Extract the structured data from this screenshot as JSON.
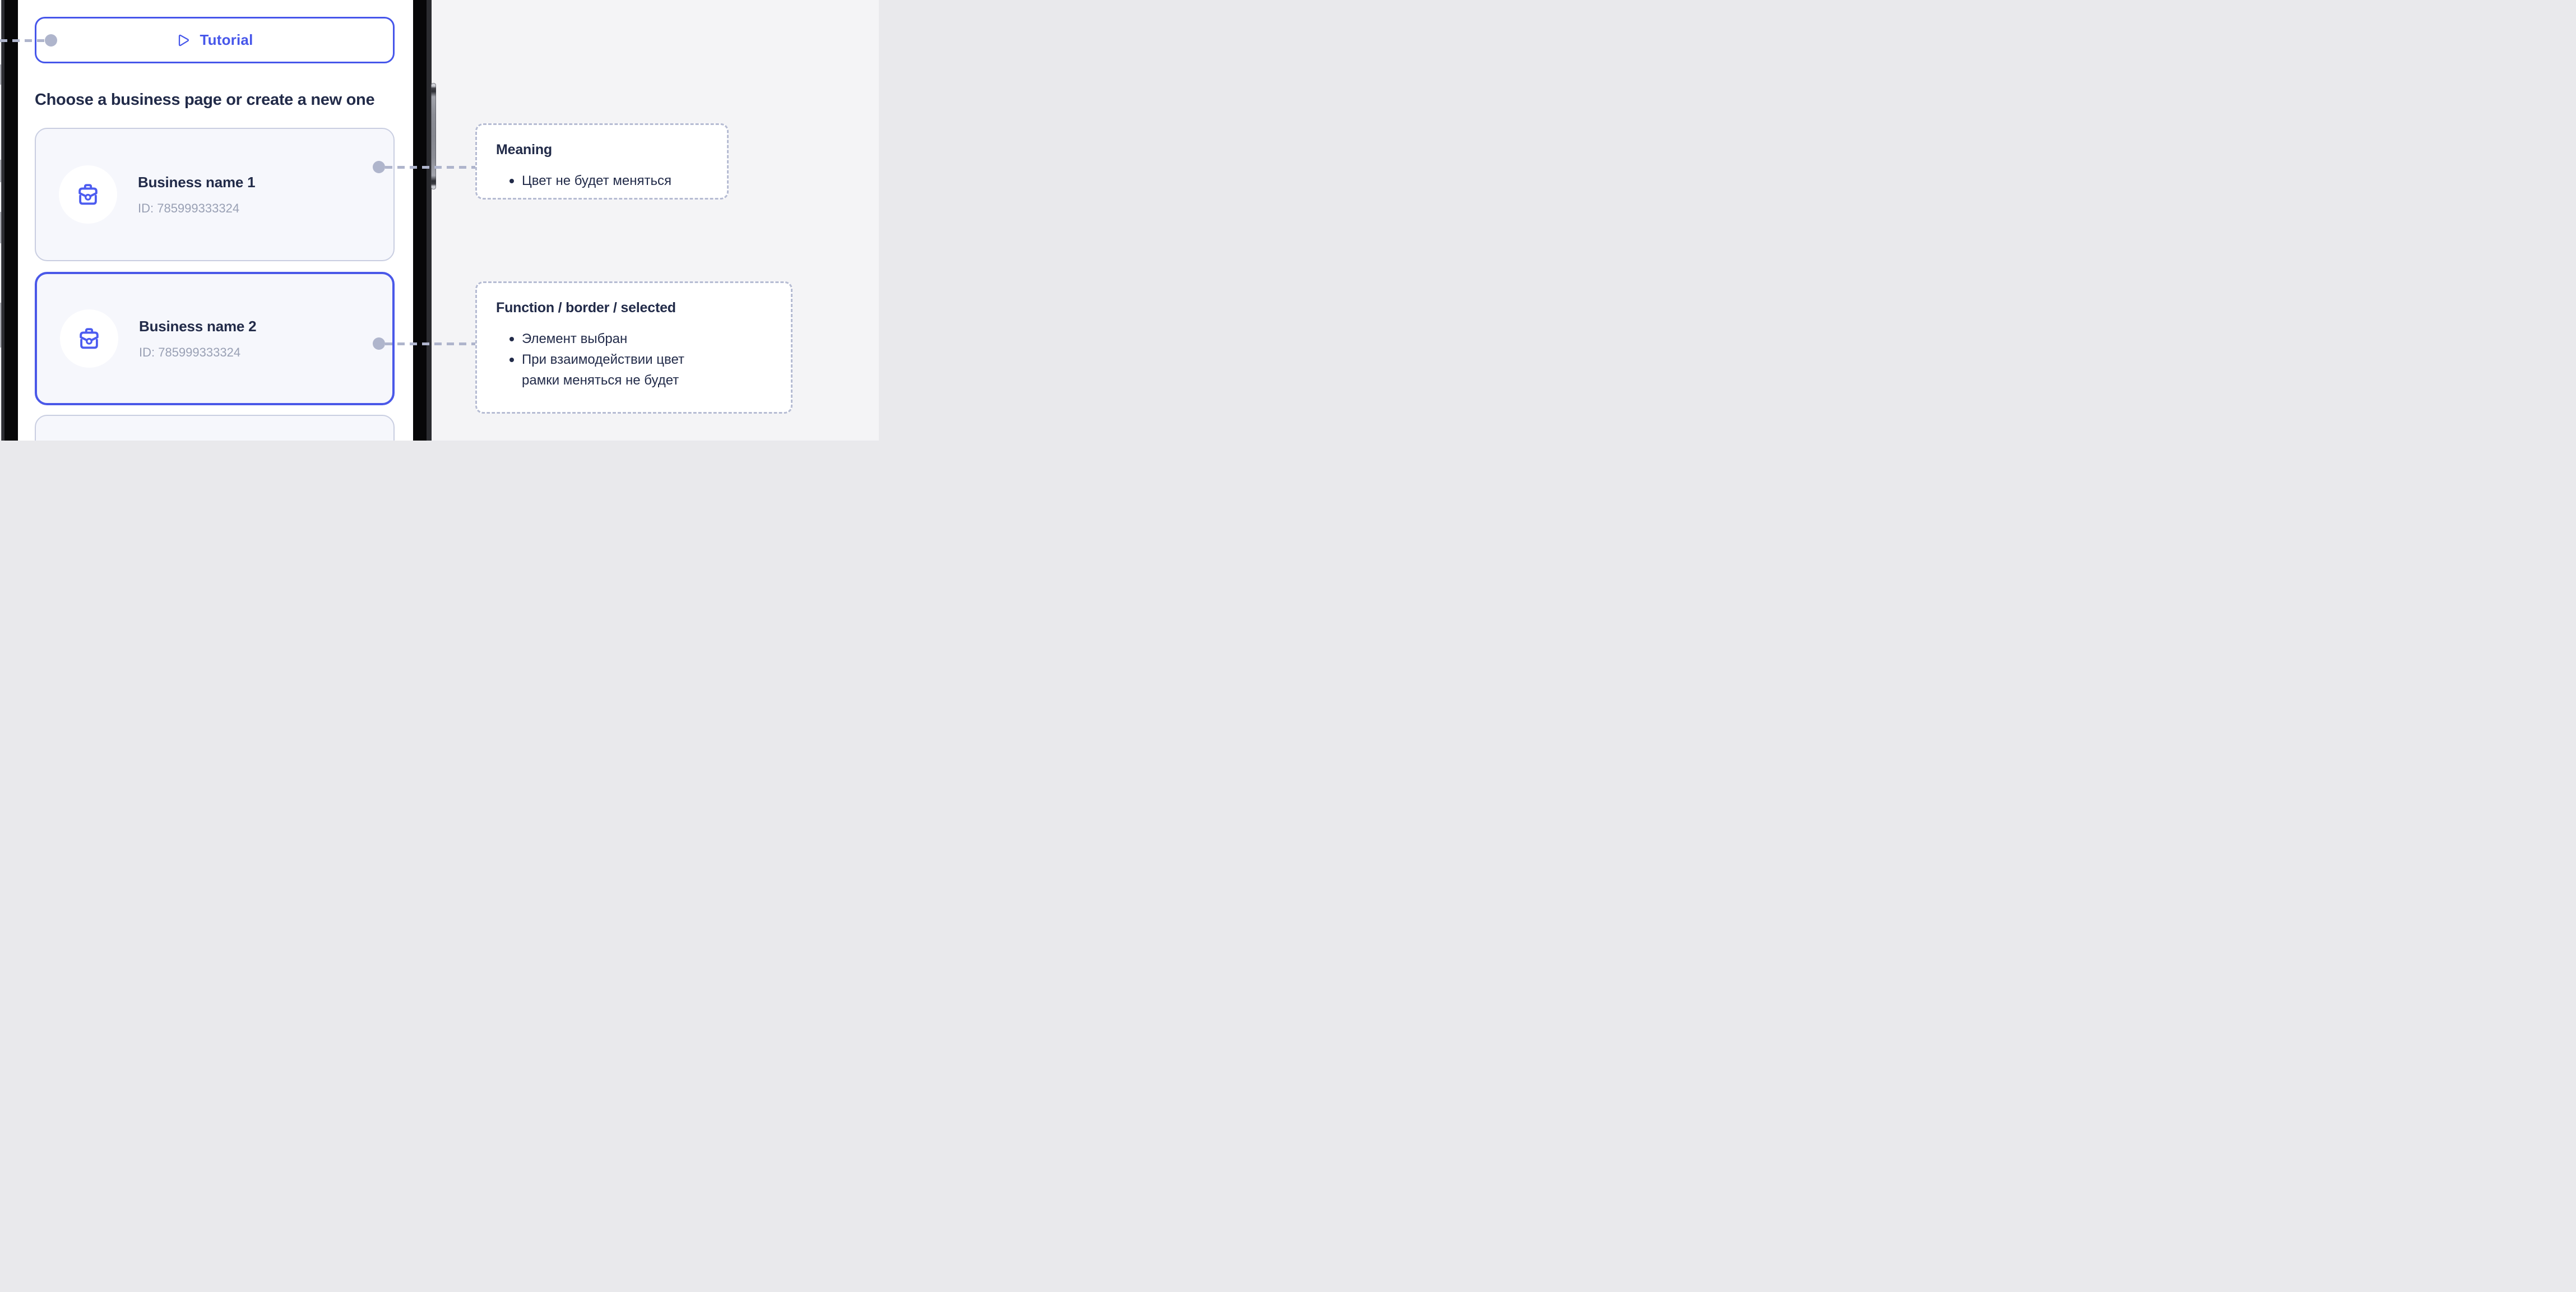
{
  "app": {
    "tutorial_button": {
      "label": "Tutorial"
    },
    "heading": "Choose a business page or create a new one",
    "businesses": [
      {
        "name": "Business name 1",
        "id": "ID: 785999333324",
        "selected": false
      },
      {
        "name": "Business name 2",
        "id": "ID: 785999333324",
        "selected": true
      },
      {
        "name": "",
        "id": "",
        "partial": true
      }
    ]
  },
  "callouts": [
    {
      "title": "Meaning",
      "bullets": [
        "Цвет не будет меняться"
      ]
    },
    {
      "title": "Function / border / selected",
      "bullets": [
        "Элемент выбран",
        "При взаимодействии цвет рамки меняться не будет"
      ]
    }
  ],
  "icons": [
    "play-icon",
    "briefcase-icon"
  ],
  "colors": {
    "accent_blue": "#4656EA",
    "selected_border": "#4A58E8",
    "icon_blue": "#4C5CF0",
    "navy_text": "#222B49",
    "id_gray": "#99A0B4",
    "connector_gray": "#AFB5CC",
    "callout_border": "#B6BCD3",
    "card_bg": "#F6F7FC",
    "card_border": "#C9CEE1",
    "page_bg": "#F4F4F6",
    "bezel_black": "#070708"
  }
}
